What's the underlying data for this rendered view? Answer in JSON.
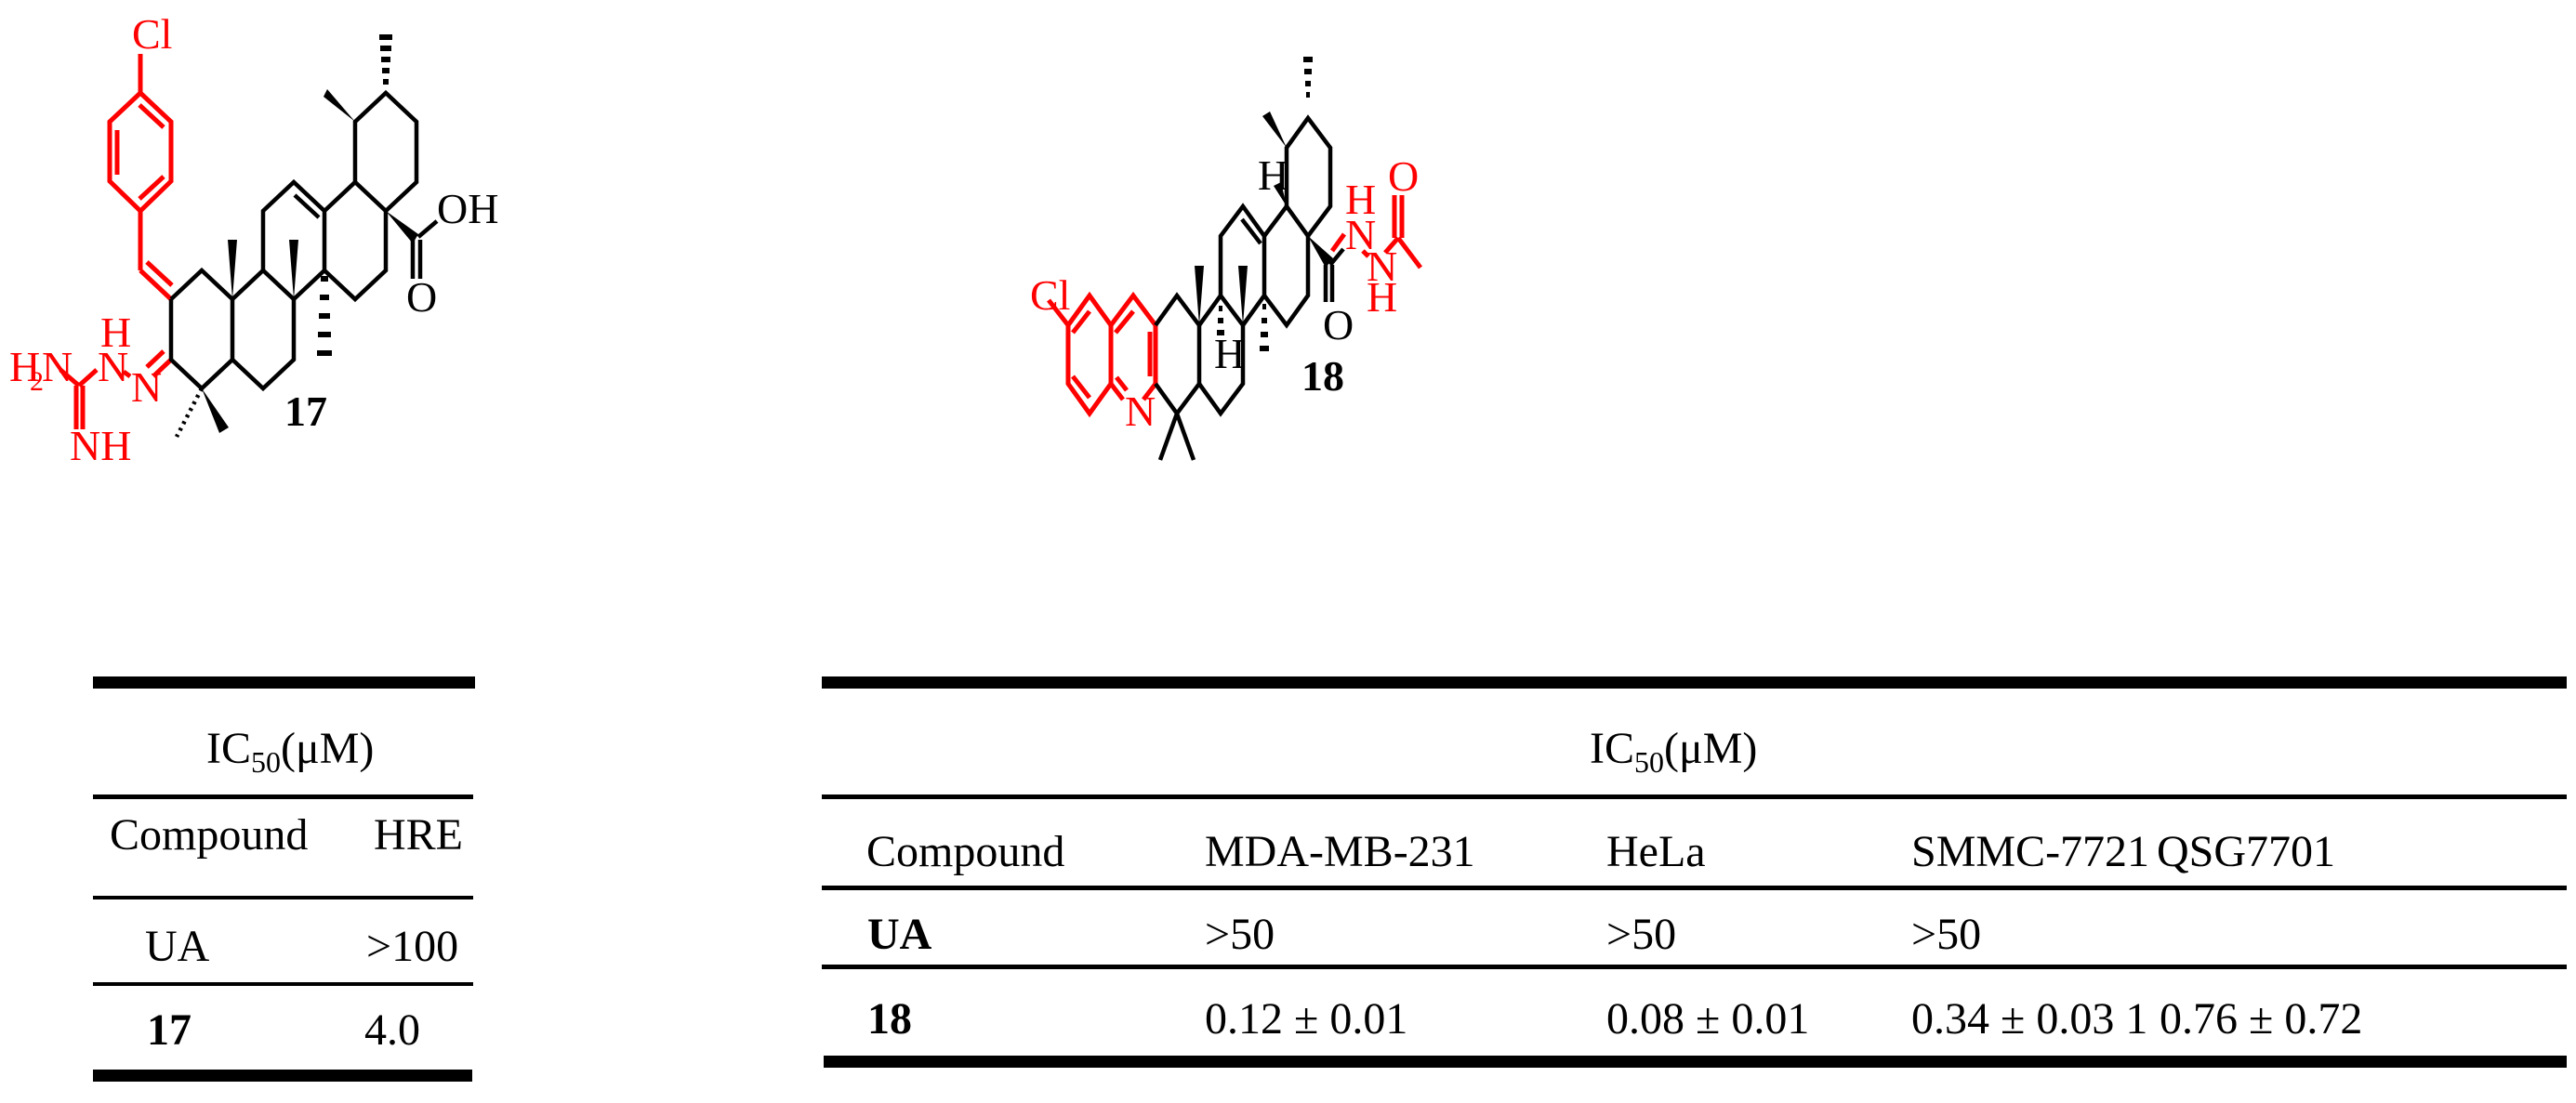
{
  "figure": {
    "compounds": [
      {
        "id": "17",
        "label": "17",
        "substituent_color": "#ff0000",
        "atoms_labels": [
          "Cl",
          "H",
          "H2N",
          "N",
          "N",
          "NH",
          "OH",
          "O"
        ]
      },
      {
        "id": "18",
        "label": "18",
        "substituent_color": "#ff0000",
        "atoms_labels": [
          "Cl",
          "N",
          "H",
          "H",
          "H",
          "N",
          "N",
          "H",
          "O",
          "O"
        ]
      }
    ],
    "labels": {
      "c17": "17",
      "c18": "18",
      "cl": "Cl",
      "oh": "OH",
      "o": "O",
      "h": "H",
      "n": "N",
      "nh": "NH",
      "h2n_h": "H",
      "h2n_2": "2",
      "h2n_n": "N"
    }
  },
  "table_left": {
    "caption_main": "IC",
    "caption_sub": "50",
    "caption_unit": "(μM)",
    "columns": [
      "Compound",
      "HRE"
    ],
    "rows": [
      {
        "compound": "UA",
        "bold": false,
        "values": [
          ">100"
        ]
      },
      {
        "compound": "17",
        "bold": true,
        "values": [
          "4.0"
        ]
      }
    ]
  },
  "table_right": {
    "caption_main": "IC",
    "caption_sub": "50",
    "caption_unit": "(μM)",
    "columns": [
      "Compound",
      "MDA-MB-231",
      "HeLa",
      "SMMC-7721",
      "QSG7701"
    ],
    "rows": [
      {
        "compound": "UA",
        "bold": true,
        "values": [
          ">50",
          ">50",
          ">50",
          ""
        ]
      },
      {
        "compound": "18",
        "bold": true,
        "values": [
          "0.12 ± 0.01",
          "0.08 ± 0.01",
          "0.34 ± 0.03 1",
          "0.76 ± 0.72"
        ]
      }
    ]
  },
  "chart_data": {
    "type": "table",
    "tables": [
      {
        "title": "IC50(μM)",
        "columns": [
          "Compound",
          "HRE"
        ],
        "rows": [
          [
            "UA",
            ">100"
          ],
          [
            "17",
            "4.0"
          ]
        ]
      },
      {
        "title": "IC50(μM)",
        "columns": [
          "Compound",
          "MDA-MB-231",
          "HeLa",
          "SMMC-7721",
          "QSG7701"
        ],
        "rows": [
          [
            "UA",
            ">50",
            ">50",
            ">50",
            ""
          ],
          [
            "18",
            "0.12 ± 0.01",
            "0.08 ± 0.01",
            "0.34 ± 0.03 1",
            "0.76 ± 0.72"
          ]
        ]
      }
    ]
  }
}
